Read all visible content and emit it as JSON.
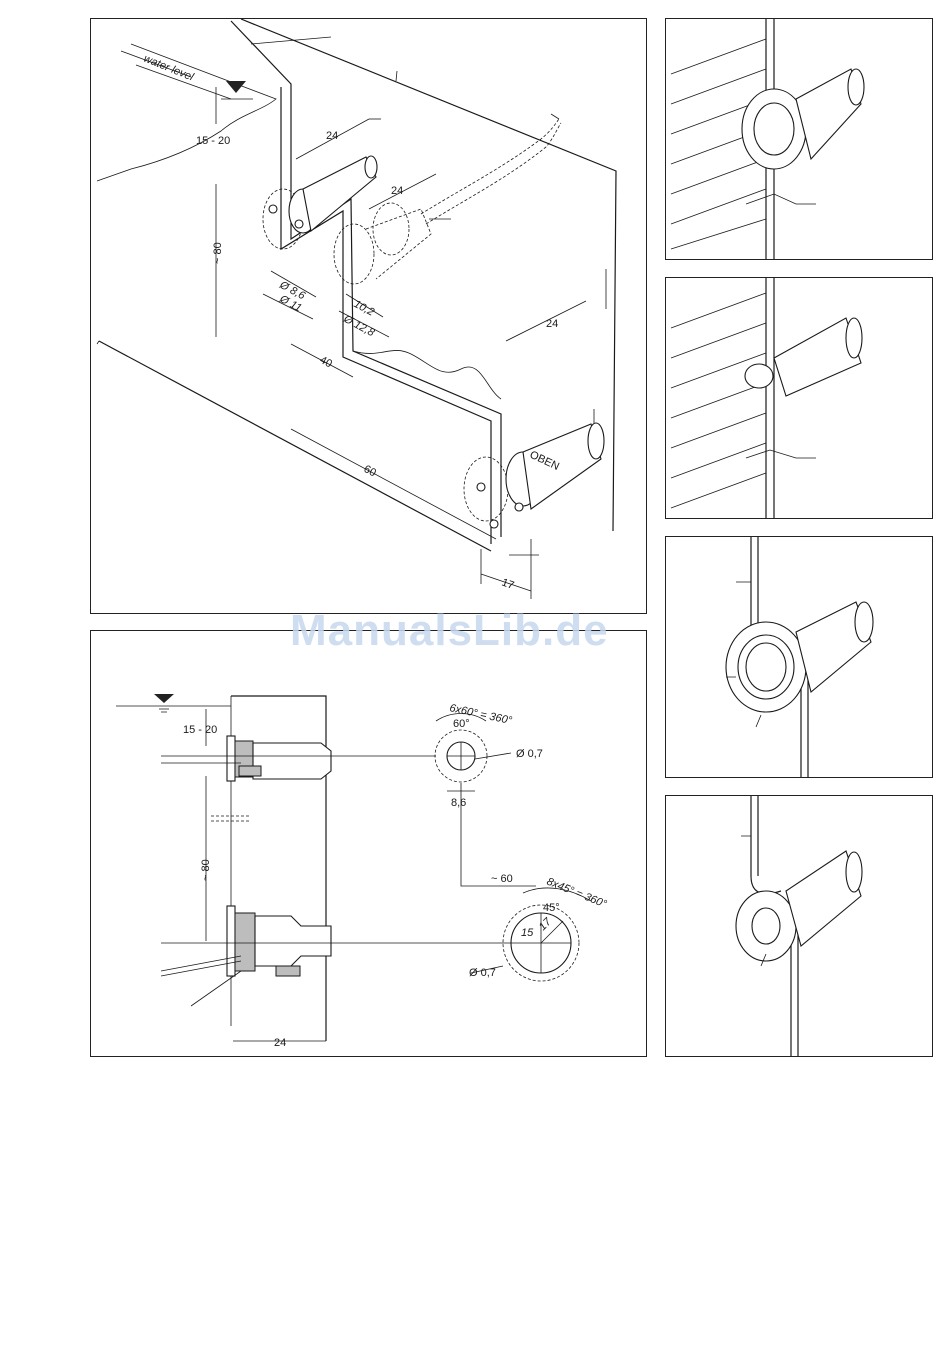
{
  "watermark": "ManualsLib.de",
  "panel_main": {
    "water_level": "water level",
    "oben": "OBEN",
    "dims": {
      "d15_20": "15  -  20",
      "d24_a": "24",
      "d24_b": "24",
      "d24_c": "24",
      "d80": "~ 80",
      "d8_6": "Ø  8,6",
      "d11": "Ø  11",
      "d10_2": "10,2",
      "d12_8": "Ø  12,8",
      "d40": "40",
      "d60": "60",
      "d17": "17"
    }
  },
  "panel_section": {
    "dims": {
      "d15_20": "15 - 20",
      "d80": "~ 80",
      "d24": "24",
      "d6x60": "6x60° = 360°",
      "d60deg": "60°",
      "d0_7a": "Ø 0,7",
      "d8_6": "8,6",
      "d60": "~ 60",
      "d8x45": "8x45° = 360°",
      "d45deg": "45°",
      "d15": "15",
      "d17": "17",
      "d0_7b": "Ø 0,7"
    }
  }
}
